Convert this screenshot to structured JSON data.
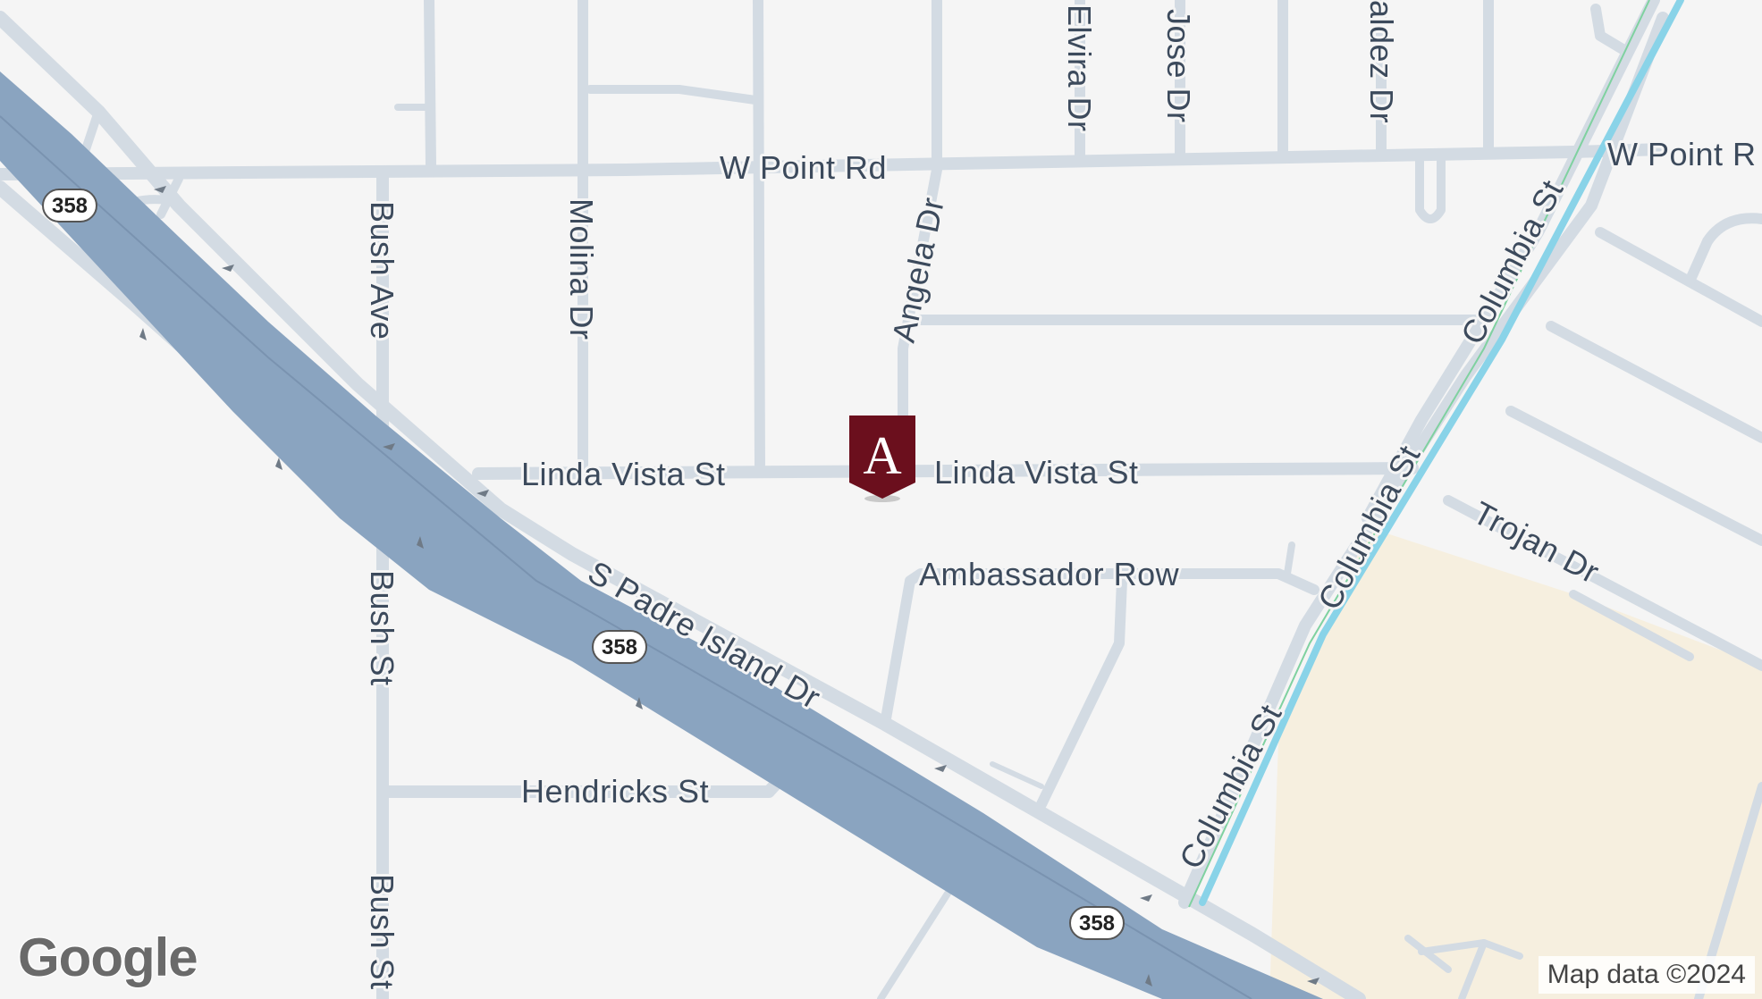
{
  "map": {
    "colors": {
      "background": "#f5f5f5",
      "road": "#d3dbe3",
      "highway": "#8aa4c0",
      "water": "#89d3e8",
      "park_edge": "#7fd1a0",
      "land_area": "#f6efdf",
      "label": "#3c4a5c",
      "marker": "#6b0f1d"
    },
    "roads": {
      "w_point_rd_west": "W Point Rd",
      "w_point_rd_east": "W Point R",
      "elvira_dr": "Elvira Dr",
      "jose_dr": "Jose Dr",
      "valdez_dr": "aldez Dr",
      "bush_ave": "Bush Ave",
      "molina_dr": "Molina Dr",
      "angela_dr": "Angela Dr",
      "linda_vista_west": "Linda Vista St",
      "linda_vista_east": "Linda Vista St",
      "ambassador_row": "Ambassador Row",
      "s_padre_island_dr": "S Padre Island Dr",
      "columbia_st_north": "Columbia St",
      "columbia_st_mid": "Columbia St",
      "columbia_st_south": "Columbia St",
      "trojan_dr": "Trojan Dr",
      "bush_st_north": "Bush St",
      "bush_st_south": "Bush St",
      "hendricks_st": "Hendricks St"
    },
    "shields": {
      "route_1": "358",
      "route_2": "358",
      "route_3": "358"
    },
    "marker": {
      "letter": "A"
    },
    "logo": {
      "text": "Google"
    },
    "attribution": {
      "text": "Map data ©2024"
    }
  }
}
